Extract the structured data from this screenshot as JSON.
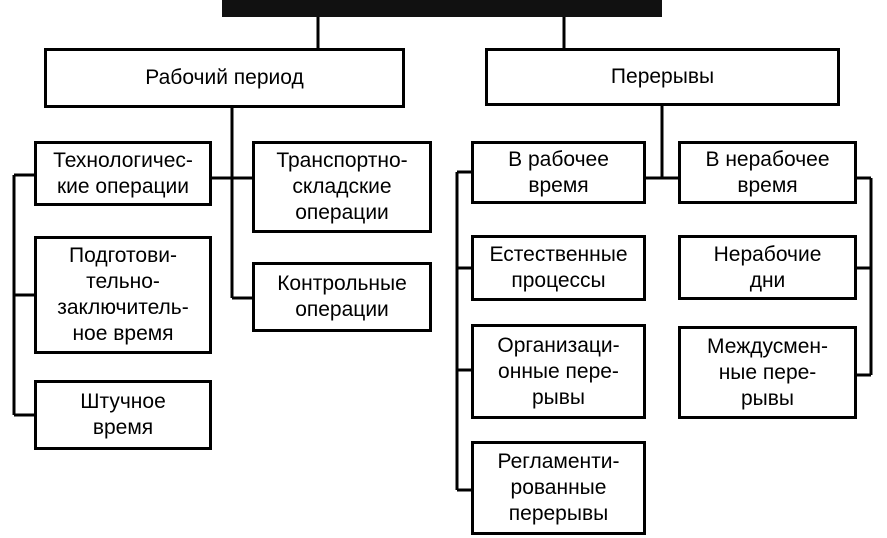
{
  "root": {
    "label": ""
  },
  "groups": [
    {
      "label": "Рабочий период",
      "children": [
        {
          "label": "Технологичес-\nкие операции"
        },
        {
          "label": "Подготови-\nтельно-\nзаключитель-\nное время"
        },
        {
          "label": "Штучное\nвремя"
        },
        {
          "label": "Транспортно-\nскладские\nоперации"
        },
        {
          "label": "Контрольные\nоперации"
        }
      ]
    },
    {
      "label": "Перерывы",
      "children": [
        {
          "label": "В рабочее\nвремя",
          "children": [
            {
              "label": "Естественные\nпроцессы"
            },
            {
              "label": "Организаци-\nонные пере-\nрывы"
            },
            {
              "label": "Регламенти-\nрованные\nперерывы"
            }
          ]
        },
        {
          "label": "В нерабочее\nвремя",
          "children": [
            {
              "label": "Нерабочие\nдни"
            },
            {
              "label": "Междусмен-\nные пере-\nрывы"
            }
          ]
        }
      ]
    }
  ]
}
